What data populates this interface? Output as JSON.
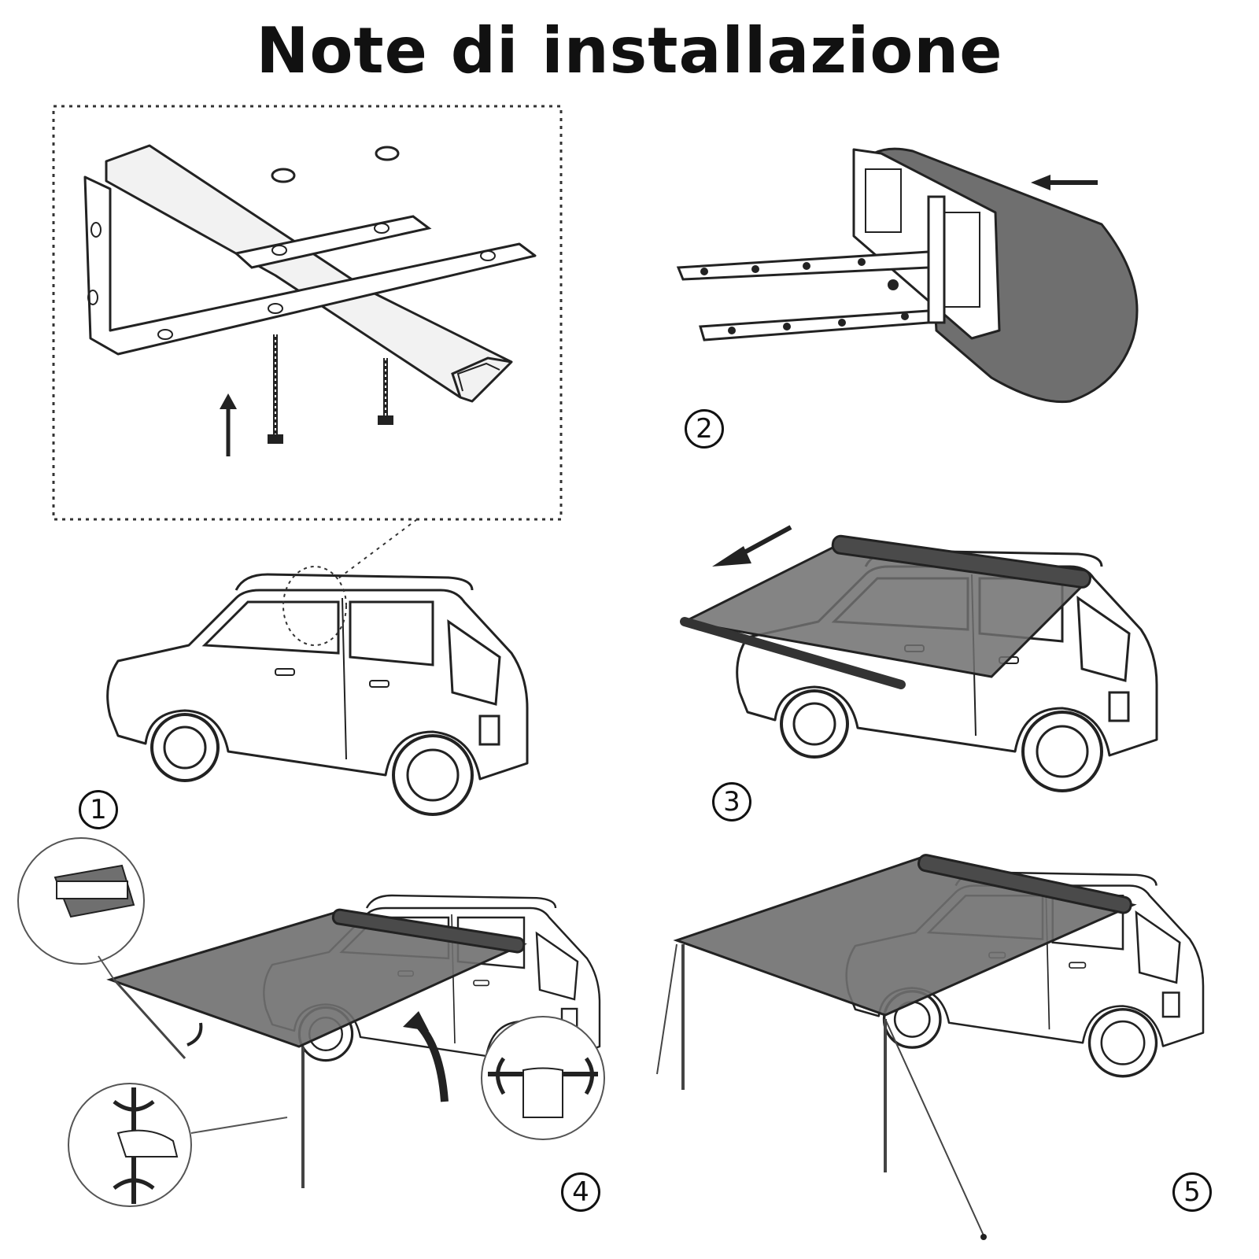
{
  "title": "Note di installazione",
  "steps": [
    {
      "number": "1"
    },
    {
      "number": "2"
    },
    {
      "number": "3"
    },
    {
      "number": "4"
    },
    {
      "number": "5"
    }
  ],
  "colors": {
    "line": "#222222",
    "fabric": "#6f6f6f",
    "fabric_dark": "#4a4a4a",
    "paper": "#ffffff"
  }
}
